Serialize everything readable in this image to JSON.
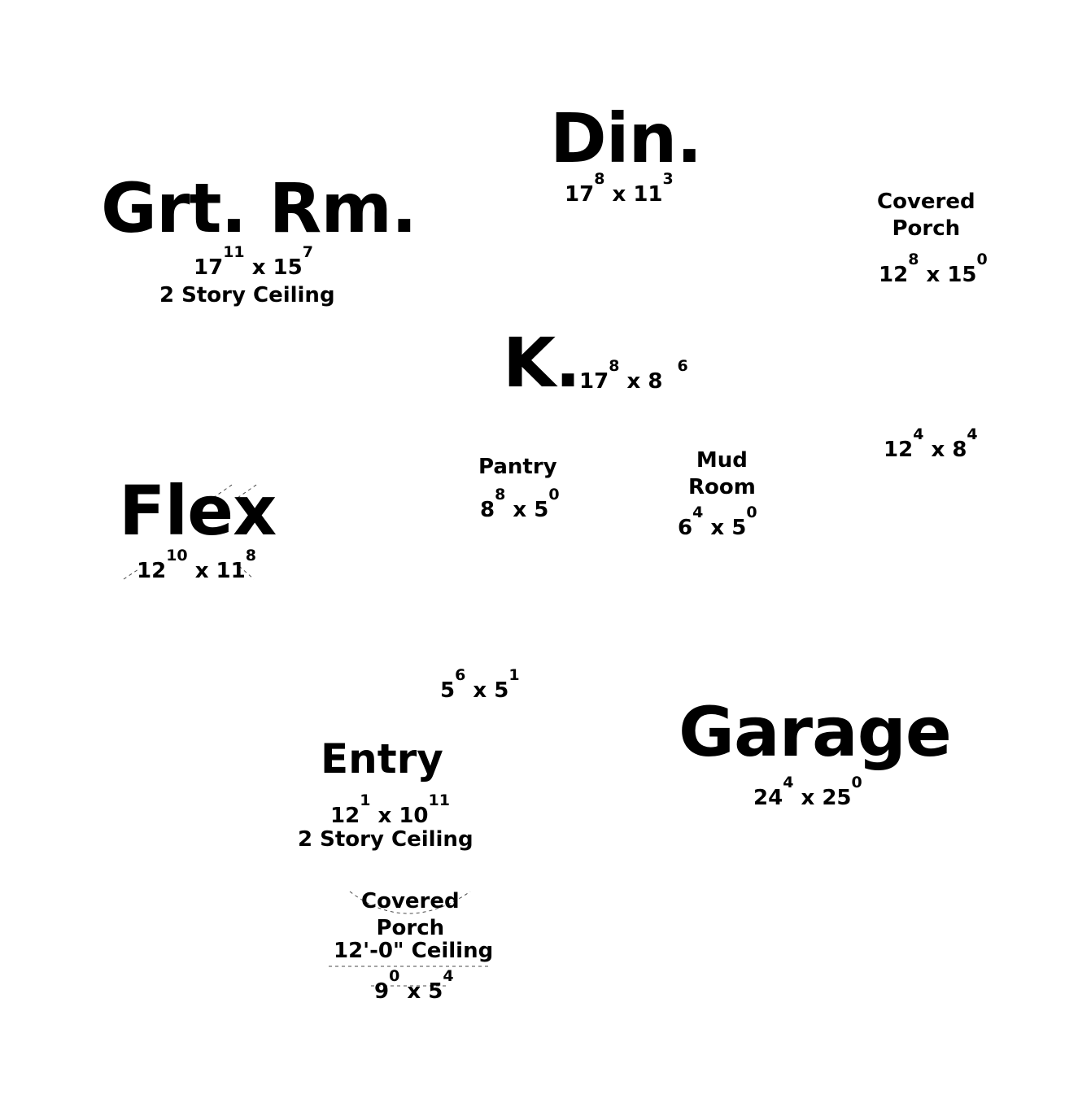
{
  "rooms": {
    "great_room": {
      "name": "Grt. Rm.",
      "w": "17",
      "w_in": "11",
      "x": "x",
      "l": "15",
      "l_in": "7",
      "note": "2 Story Ceiling"
    },
    "dining": {
      "name": "Din.",
      "w": "17",
      "w_in": "8",
      "x": "x",
      "l": "11",
      "l_in": "3"
    },
    "covered_porch_rear": {
      "name_line1": "Covered",
      "name_line2": "Porch",
      "w": "12",
      "w_in": "8",
      "x": "x",
      "l": "15",
      "l_in": "0"
    },
    "kitchen": {
      "name": "K.",
      "w": "17",
      "w_in": "8",
      "x": "x",
      "l": "8",
      "l_in": "6"
    },
    "unlabeled_room": {
      "w": "12",
      "w_in": "4",
      "x": "x",
      "l": "8",
      "l_in": "4"
    },
    "pantry": {
      "name": "Pantry",
      "w": "8",
      "w_in": "8",
      "x": "x",
      "l": "5",
      "l_in": "0"
    },
    "mud_room": {
      "name_line1": "Mud",
      "name_line2": "Room",
      "w": "6",
      "w_in": "4",
      "x": "x",
      "l": "5",
      "l_in": "0"
    },
    "flex": {
      "name": "Flex",
      "w": "12",
      "w_in": "10",
      "x": "x",
      "l": "11",
      "l_in": "8"
    },
    "closet": {
      "w": "5",
      "w_in": "6",
      "x": "x",
      "l": "5",
      "l_in": "1"
    },
    "garage": {
      "name": "Garage",
      "w": "24",
      "w_in": "4",
      "x": "x",
      "l": "25",
      "l_in": "0"
    },
    "entry": {
      "name": "Entry",
      "w": "12",
      "w_in": "1",
      "x": "x",
      "l": "10",
      "l_in": "11",
      "note": "2 Story Ceiling"
    },
    "covered_porch_front": {
      "name_line1": "Covered",
      "name_line2": "Porch",
      "note": "12'-0\" Ceiling",
      "w": "9",
      "w_in": "0",
      "x": "x",
      "l": "5",
      "l_in": "4"
    }
  }
}
